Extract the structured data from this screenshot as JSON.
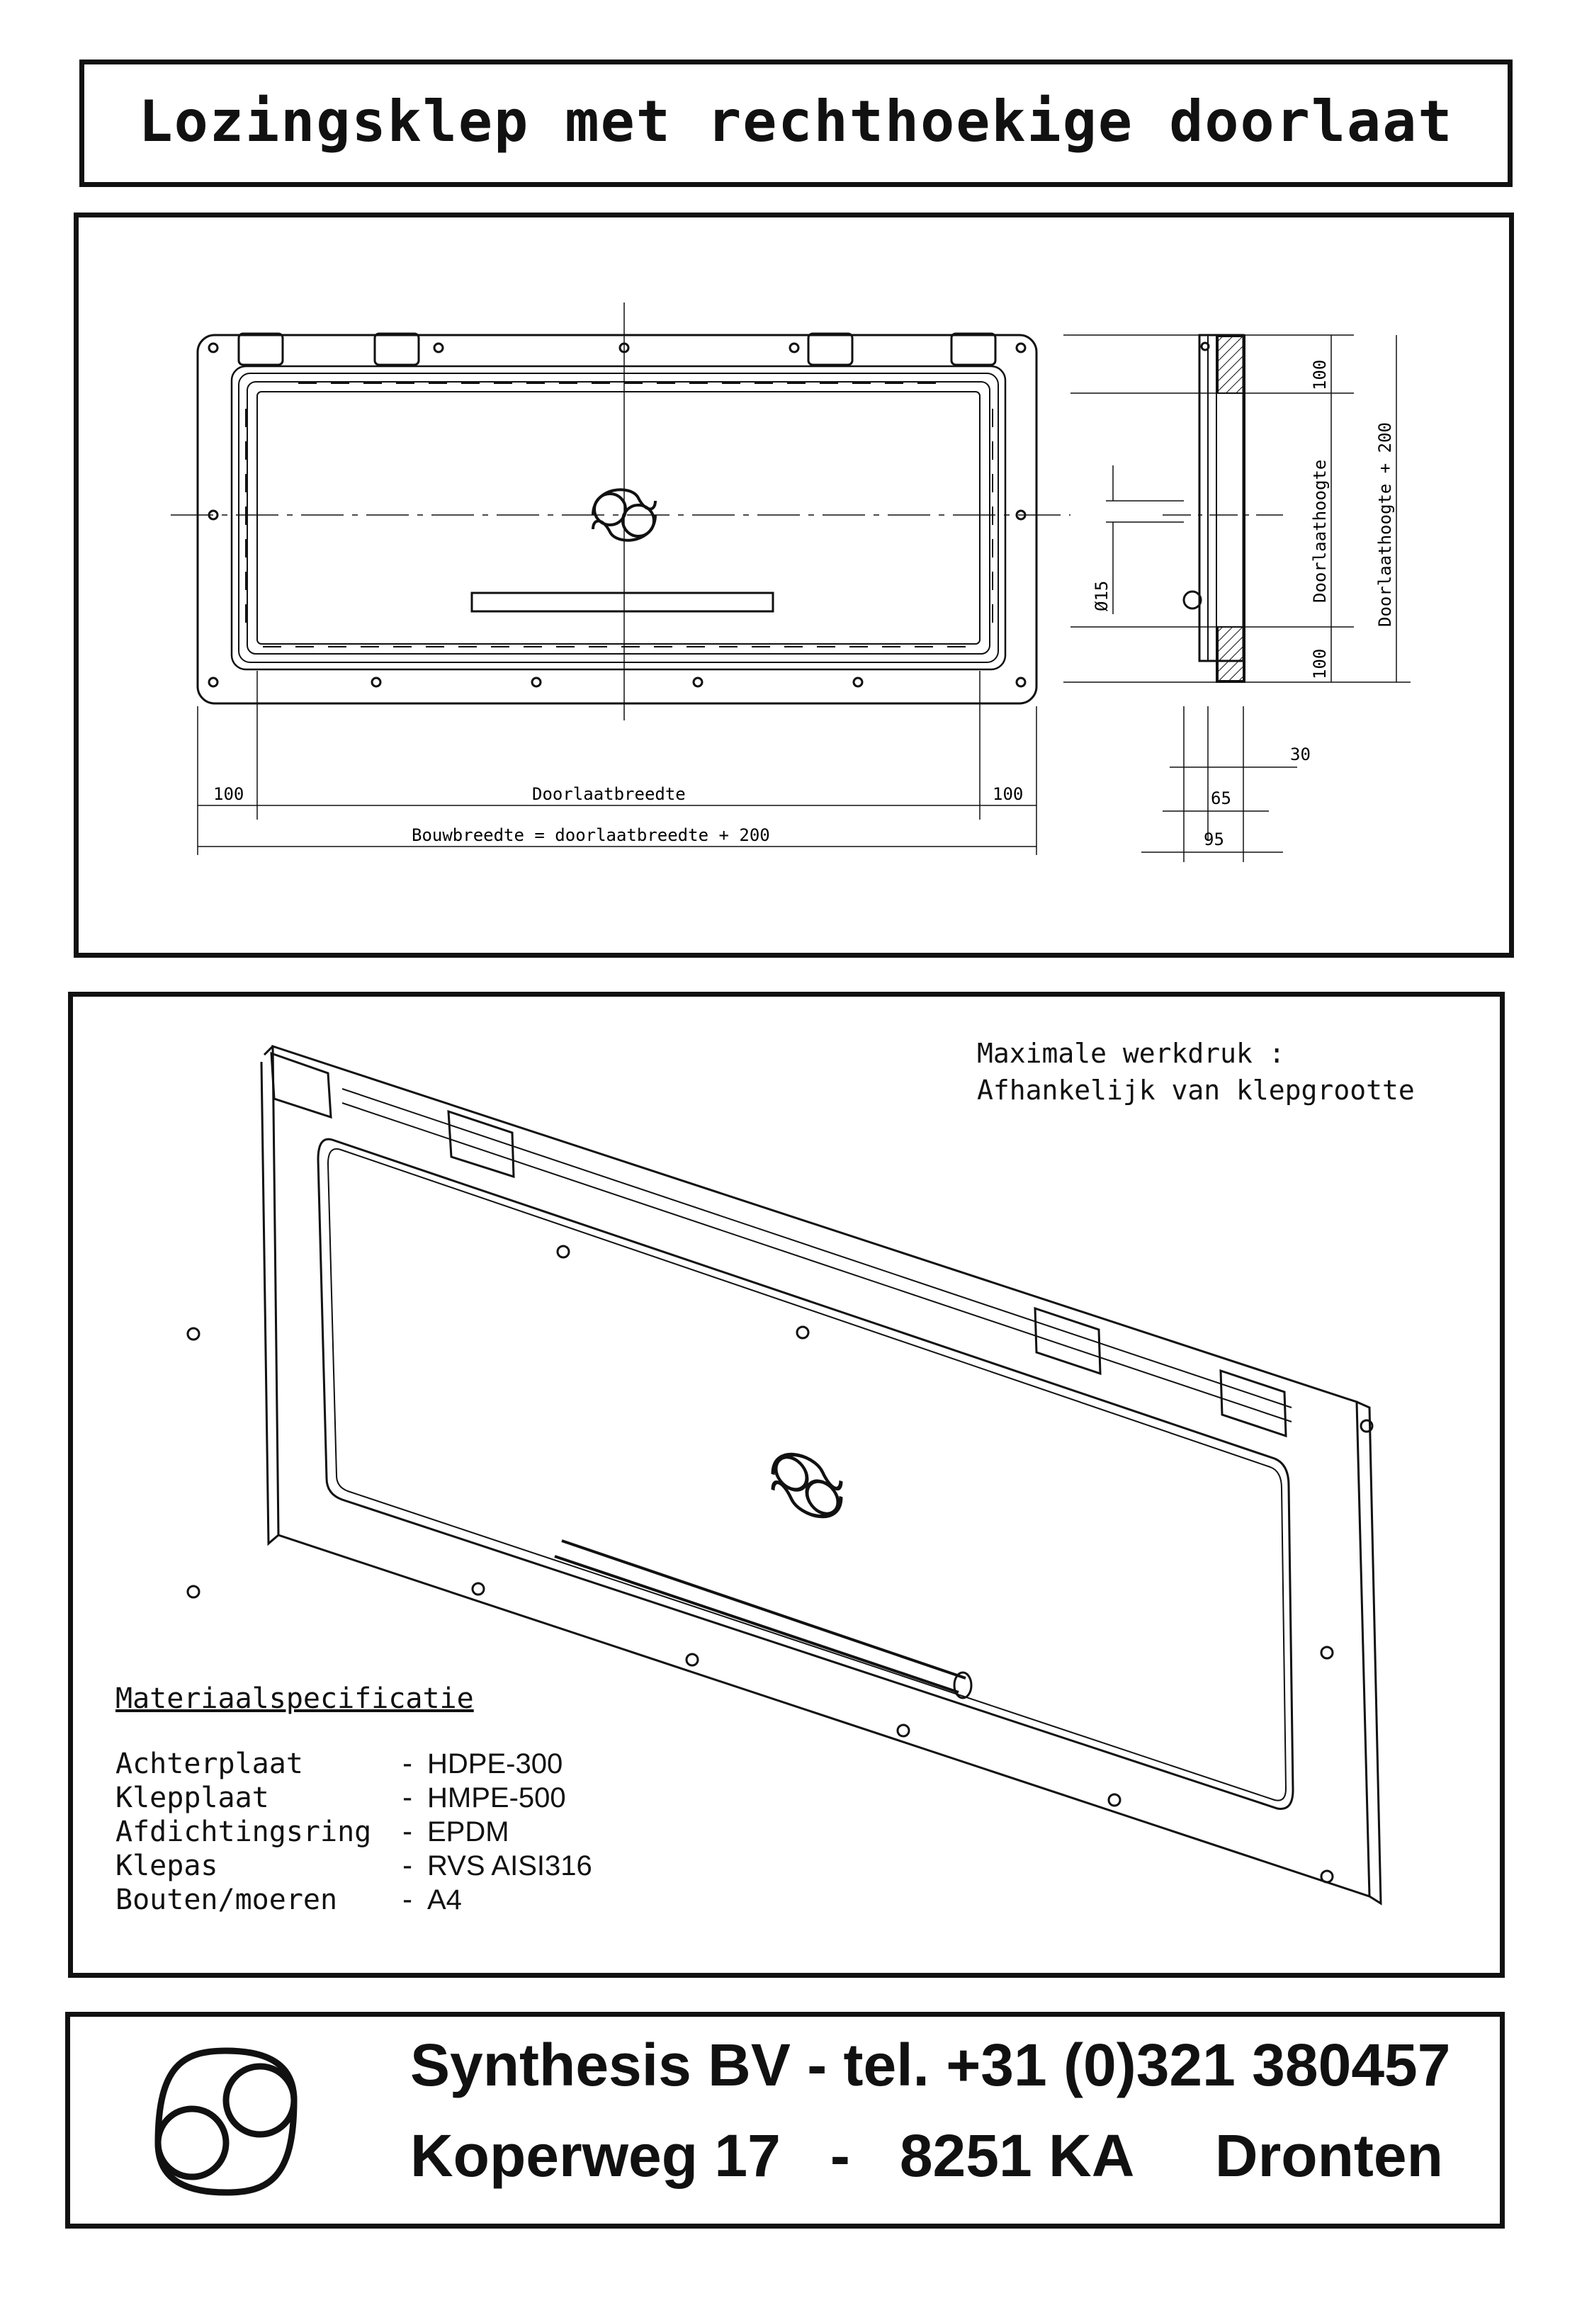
{
  "title": "Lozingsklep met rechthoekige doorlaat",
  "drawing": {
    "dims": {
      "d100_left": "100",
      "d100_right": "100",
      "passage_width": "Doorlaatbreedte",
      "build_width": "Bouwbreedte = doorlaatbreedte + 200",
      "d30": "30",
      "d65": "65",
      "d95": "95",
      "d100_top": "100",
      "d100_bottom": "100",
      "passage_height": "Doorlaathoogte",
      "passage_height_plus": "Doorlaathoogte + 200",
      "bolt_dia": "Ø15"
    }
  },
  "pressure": {
    "line1": "Maximale werkdruk :",
    "line2": "Afhankelijk van klepgrootte"
  },
  "spec": {
    "title": "Materiaalspecificatie",
    "rows": [
      {
        "name": "Achterplaat",
        "dash": "-",
        "value": "HDPE-300"
      },
      {
        "name": "Klepplaat",
        "dash": "-",
        "value": "HMPE-500"
      },
      {
        "name": "Afdichtingsring",
        "dash": "-",
        "value": "EPDM"
      },
      {
        "name": "Klepas",
        "dash": "-",
        "value": "RVS AISI316"
      },
      {
        "name": "Bouten/moeren",
        "dash": "-",
        "value": "A4"
      }
    ]
  },
  "footer": {
    "line1": "Synthesis BV - tel. +31 (0)321 380457",
    "line2": "Koperweg 17   -   8251 KA     Dronten"
  }
}
